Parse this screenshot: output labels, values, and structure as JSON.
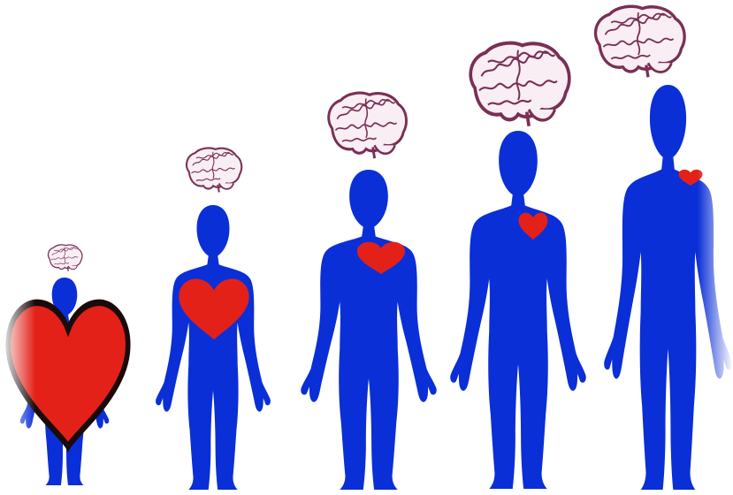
{
  "colors": {
    "background": "#ffffff",
    "body": "#0a2fd6",
    "heart": "#e32119",
    "heart_outline": "#1a0a0a",
    "brain_fill": "#f8eef4",
    "brain_line": "#7a2f55"
  },
  "figures": [
    {
      "stage": 1,
      "icons": [
        "brain-icon",
        "body-silhouette-icon",
        "heart-icon"
      ]
    },
    {
      "stage": 2,
      "icons": [
        "brain-icon",
        "body-silhouette-icon",
        "heart-icon"
      ]
    },
    {
      "stage": 3,
      "icons": [
        "brain-icon",
        "body-silhouette-icon",
        "heart-icon"
      ]
    },
    {
      "stage": 4,
      "icons": [
        "brain-icon",
        "body-silhouette-icon",
        "heart-icon"
      ]
    },
    {
      "stage": 5,
      "icons": [
        "brain-icon",
        "body-silhouette-icon",
        "heart-icon"
      ]
    }
  ]
}
